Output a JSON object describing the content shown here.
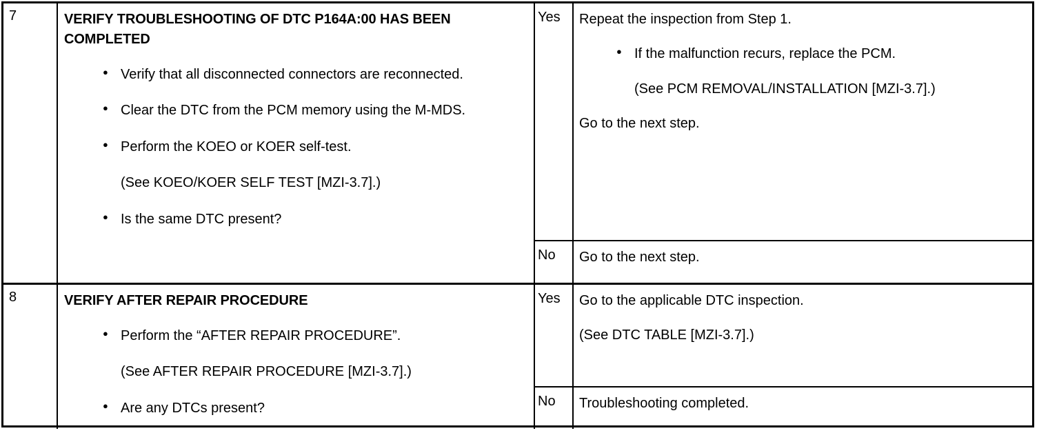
{
  "document": {
    "type": "dtc-troubleshooting-table",
    "ink_color": "#000000",
    "paper_color": "#ffffff"
  },
  "steps": [
    {
      "number": "7",
      "title": "VERIFY TROUBLESHOOTING OF DTC P164A:00 HAS BEEN COMPLETED",
      "actions": [
        {
          "kind": "bullet",
          "text": "Verify that all disconnected connectors are reconnected."
        },
        {
          "kind": "bullet",
          "text": "Clear the DTC from the PCM memory using the M-MDS."
        },
        {
          "kind": "bullet",
          "text": "Perform the KOEO or KOER self-test."
        },
        {
          "kind": "plain",
          "text": "(See KOEO/KOER SELF TEST [MZI-3.7].)"
        },
        {
          "kind": "bullet",
          "text": "Is the same DTC present?"
        }
      ],
      "yes": {
        "label": "Yes",
        "lead": "Repeat the inspection from Step 1.",
        "bullets": [
          {
            "kind": "bullet",
            "text": "If the malfunction recurs, replace the PCM."
          },
          {
            "kind": "plain",
            "text": "(See PCM REMOVAL/INSTALLATION [MZI-3.7].)"
          }
        ],
        "trailer": "Go to the next step."
      },
      "no": {
        "label": "No",
        "lead": "Go to the next step.",
        "bullets": [],
        "trailer": ""
      }
    },
    {
      "number": "8",
      "title": "VERIFY AFTER REPAIR PROCEDURE",
      "actions": [
        {
          "kind": "bullet",
          "text": "Perform the “AFTER REPAIR PROCEDURE”."
        },
        {
          "kind": "plain",
          "text": "(See AFTER REPAIR PROCEDURE [MZI-3.7].)"
        },
        {
          "kind": "bullet",
          "text": "Are any DTCs present?"
        }
      ],
      "yes": {
        "label": "Yes",
        "lead": "Go to the applicable DTC inspection.",
        "bullets": [],
        "trailer": "(See DTC TABLE [MZI-3.7].)"
      },
      "no": {
        "label": "No",
        "lead": "Troubleshooting completed.",
        "bullets": [],
        "trailer": ""
      }
    }
  ]
}
